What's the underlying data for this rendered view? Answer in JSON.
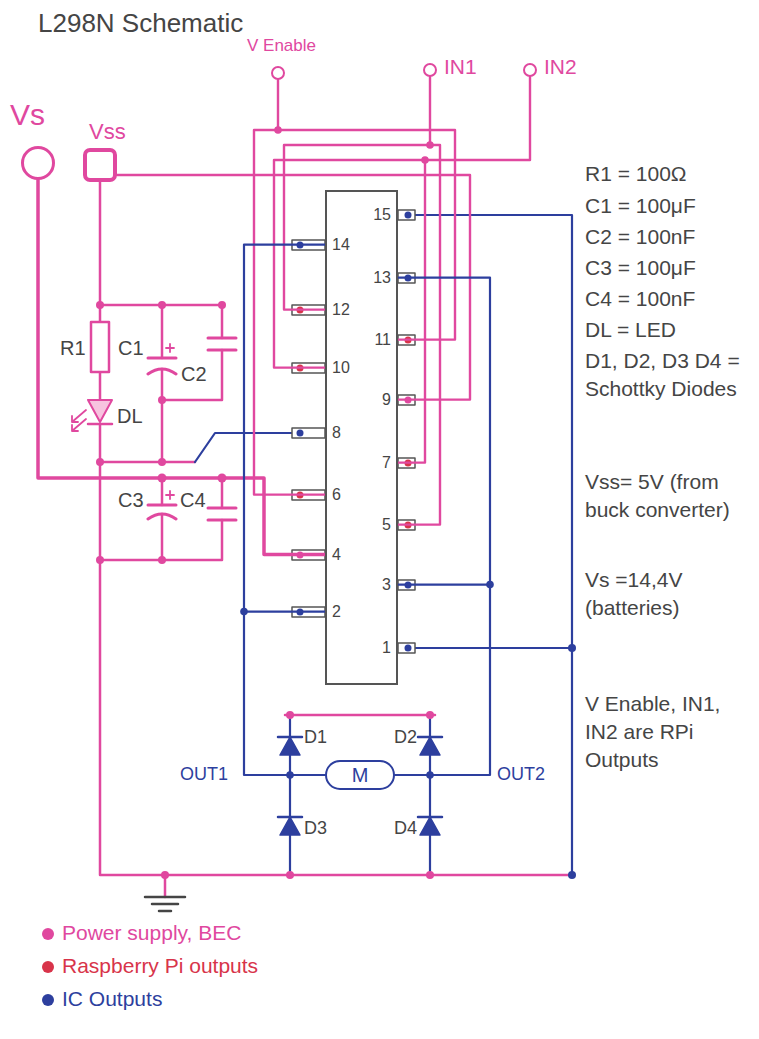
{
  "diagram": {
    "title": "L298N Schematic",
    "nodes": [
      {
        "text": [
          "V Enable"
        ]
      },
      {
        "text": [
          "IN1"
        ]
      },
      {
        "text": [
          "IN2"
        ]
      },
      {
        "text": [
          "Vs"
        ]
      },
      {
        "text": [
          "Vss"
        ]
      },
      {
        "text": [
          "15",
          "14",
          "13",
          "12",
          "11",
          "10",
          "9",
          "8",
          "7",
          "6",
          "5",
          "4",
          "3",
          "2",
          "1"
        ]
      },
      {
        "text": [
          "M"
        ]
      }
    ],
    "edges": [
      {
        "from": 0,
        "to": 5,
        "arrow": "none"
      },
      {
        "from": 1,
        "to": 5,
        "arrow": "none"
      },
      {
        "from": 2,
        "to": 5,
        "arrow": "none"
      },
      {
        "from": 3,
        "to": 5,
        "arrow": "none"
      },
      {
        "from": 4,
        "to": 5,
        "arrow": "none"
      },
      {
        "from": 5,
        "to": 6,
        "arrow": "none"
      },
      {
        "from": 5,
        "to": 6,
        "arrow": "none"
      }
    ],
    "labels": [
      "R1",
      "C1",
      "C2",
      "DL",
      "C3",
      "C4",
      "D1",
      "D2",
      "OUT1",
      "OUT2",
      "D3",
      "D4",
      "R1 = 100Ω",
      "C1 = 100μF",
      "C2 = 100nF",
      "C3 = 100μF",
      "C4 = 100nF",
      "DL = LED",
      "D1, D2, D3 D4 = Schottky Diodes",
      "Vss= 5V (from buck converter)",
      "Vs =14,4V (batteries)",
      "V Enable, IN1, IN2 are RPi Outputs"
    ],
    "legend": [
      {
        "text": "Power supply, BEC",
        "color": "#e0489f"
      },
      {
        "text": "Raspberry Pi outputs",
        "color": "#d8344a"
      },
      {
        "text": "IC Outputs",
        "color": "#2d3f9e"
      }
    ]
  }
}
